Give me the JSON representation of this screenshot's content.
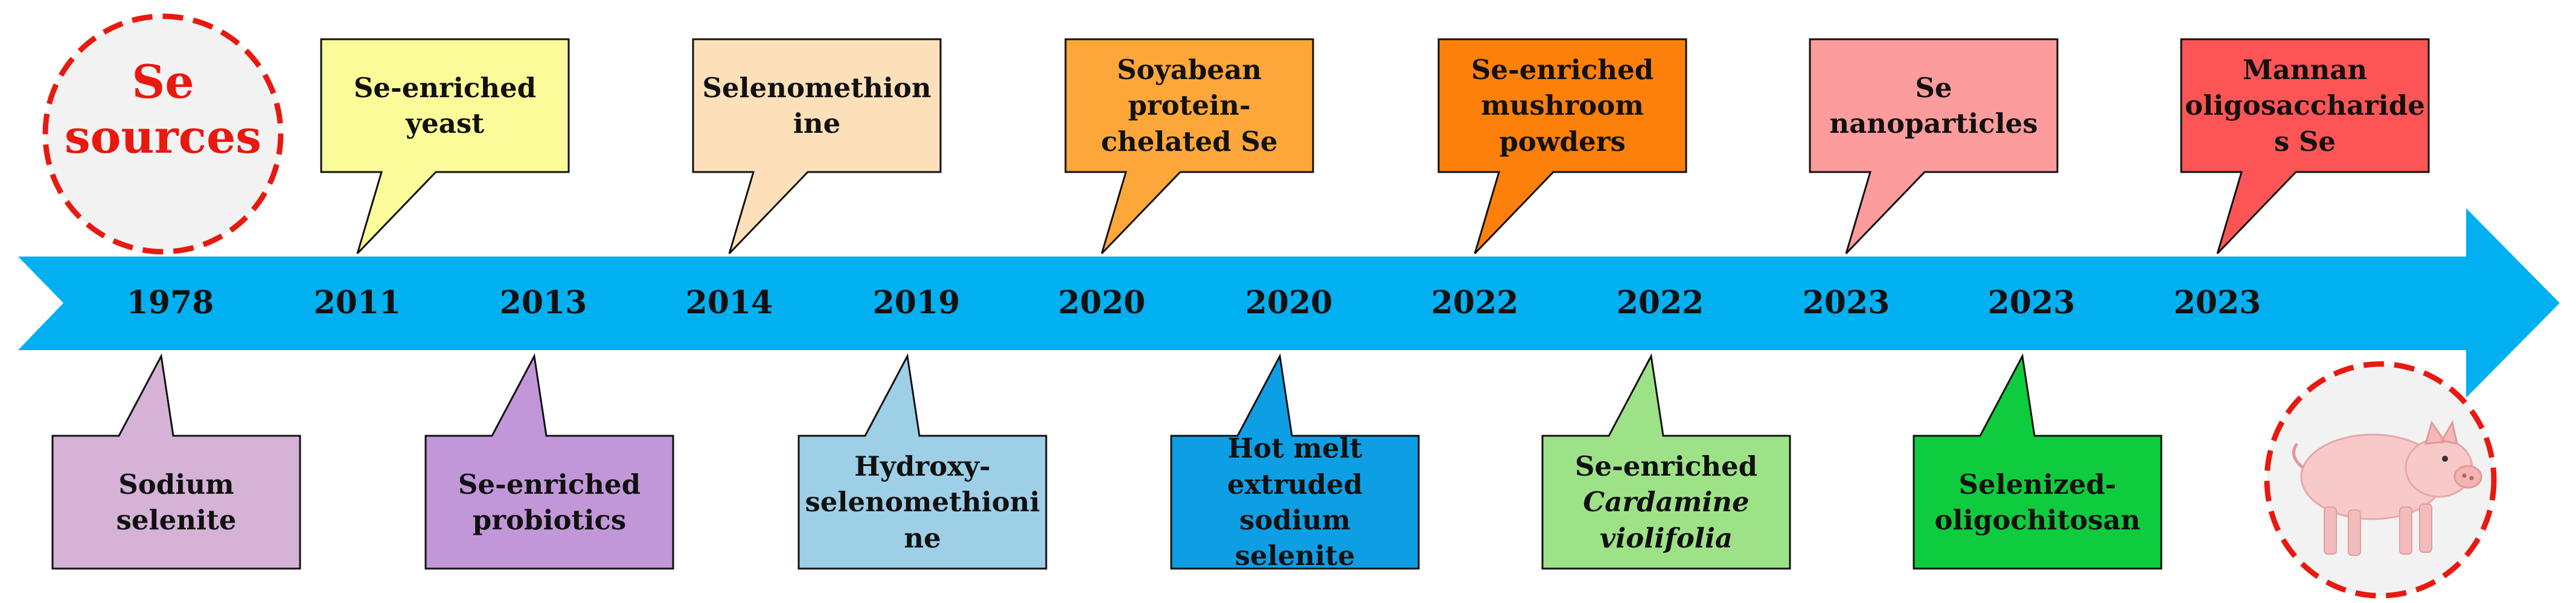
{
  "title": {
    "line1": "Se",
    "line2": "sources"
  },
  "years": [
    "1978",
    "2011",
    "2013",
    "2014",
    "2019",
    "2020",
    "2020",
    "2022",
    "2022",
    "2023",
    "2023",
    "2023"
  ],
  "top_items": [
    {
      "year": "2011",
      "lines": [
        "Se-enriched",
        "yeast"
      ],
      "color": "#fbfb99"
    },
    {
      "year": "2014",
      "lines": [
        "Selenomethion",
        "ine"
      ],
      "color": "#fde0b9"
    },
    {
      "year": "2020",
      "lines": [
        "Soyabean",
        "protein-",
        "chelated Se"
      ],
      "color": "#fda73a"
    },
    {
      "year": "2022",
      "lines": [
        "Se-enriched",
        "mushroom",
        "powders"
      ],
      "color": "#fd800b"
    },
    {
      "year": "2023",
      "lines": [
        "Se",
        "nanoparticles"
      ],
      "color": "#fd9c9c"
    },
    {
      "year": "2023",
      "lines": [
        "Mannan",
        "oligosaccharide",
        "s Se"
      ],
      "color": "#fd5555"
    }
  ],
  "bottom_items": [
    {
      "year": "1978",
      "lines": [
        "Sodium",
        "selenite"
      ],
      "color": "#d6b2d6"
    },
    {
      "year": "2013",
      "lines": [
        "Se-enriched",
        "probiotics"
      ],
      "color": "#c297d9"
    },
    {
      "year": "2019",
      "lines": [
        "Hydroxy-",
        "selenomethioni",
        "ne"
      ],
      "color": "#9dcfe6"
    },
    {
      "year": "2020",
      "lines": [
        "Hot melt",
        "extruded",
        "sodium selenite"
      ],
      "color": "#0e9ee4"
    },
    {
      "year": "2022",
      "lines": [
        "Se-enriched",
        "Cardamine",
        "violifolia"
      ],
      "color": "#9ee288"
    },
    {
      "year": "2023",
      "lines": [
        "Selenized-",
        "oligochitosan"
      ],
      "color": "#0fcc3e"
    }
  ],
  "colors": {
    "arrow": "#00b0f0",
    "circle_border": "#e8190f",
    "circle_fill": "#f2f2f2"
  },
  "icons": {
    "pig": "pig-icon"
  }
}
